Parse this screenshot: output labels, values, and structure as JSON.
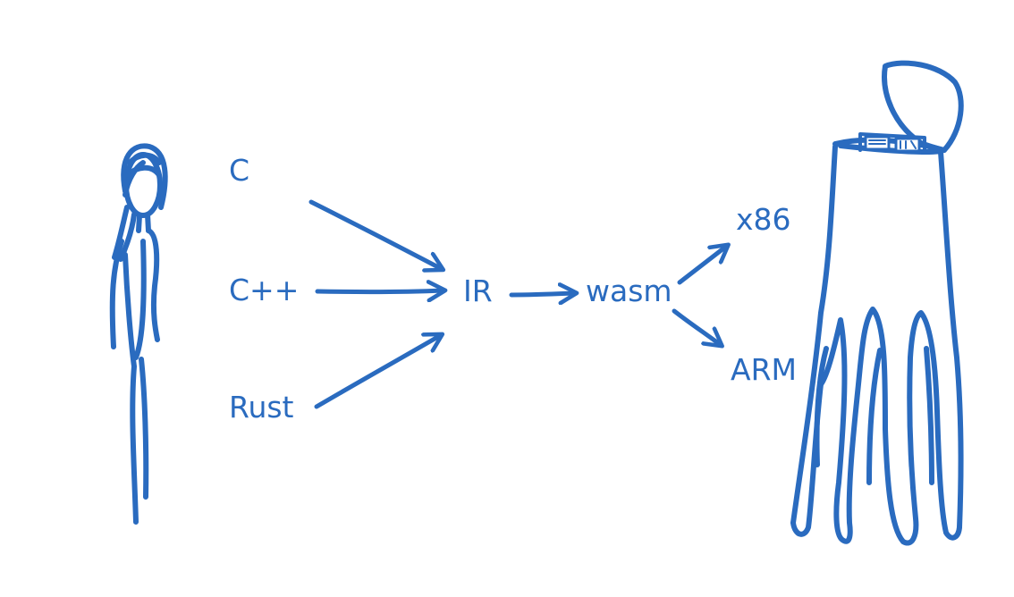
{
  "diagram": {
    "sources": [
      "C",
      "C++",
      "Rust"
    ],
    "intermediate": "IR",
    "target_format": "wasm",
    "architectures": [
      "x86",
      "ARM"
    ]
  },
  "colors": {
    "ink": "#2a6bbf",
    "background": "#ffffff"
  },
  "icons": {
    "left": "person-icon",
    "right": "octopus-computer-icon"
  }
}
